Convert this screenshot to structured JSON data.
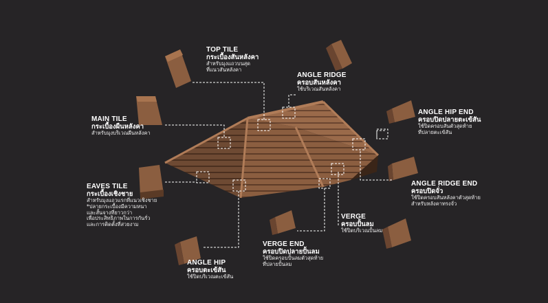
{
  "background_color": "#262426",
  "tile_colors": {
    "light": "#9a6a4a",
    "mid": "#7a5238",
    "dark": "#5a3a26"
  },
  "callouts": {
    "top_tile": {
      "en": "TOP TILE",
      "th": "กระเบื้องสันหลังคา",
      "desc": "สำหรับมุงแถวบนสุด\nที่แนวสันหลังคา"
    },
    "angle_ridge": {
      "en": "ANGLE RIDGE",
      "th": "ครอบสันหลังคา",
      "desc": "ใช้บริเวณสันหลังคา"
    },
    "main_tile": {
      "en": "MAIN TILE",
      "th": "กระเบื้องผืนหลังคา",
      "desc": "สำหรับมุงบริเวณผืนหลังคา"
    },
    "angle_hip_end": {
      "en": "ANGLE HIP END",
      "th": "ครอบปิดปลายตะเข้สัน",
      "desc": "ใช้ปิดครอบสันตัวสุดท้าย\nที่ปลายตะเข้สัน"
    },
    "eaves_tile": {
      "en": "EAVES TILE",
      "th": "กระเบื้องเชิงชาย",
      "desc": "สำหรับมุงแถวแรกที่แนวเชิงชาย\n*ปลายกระเบื้องมีความหนา\nและสั้นจางที่ยาวกว่า\nเพื่อประสิทธิภาพในการกันรั่ว\nและการติดตั้งที่สวยงาม"
    },
    "angle_ridge_end": {
      "en": "ANGLE RIDGE END",
      "th": "ครอบปิดจั่ว",
      "desc": "ใช้ปิดครอบสันหลังคาตัวสุดท้าย\nสำหรับหลังคาทรงจั่ว"
    },
    "verge": {
      "en": "VERGE",
      "th": "ครอบปั้นลม",
      "desc": "ใช้ปิดบริเวณปั้นลม"
    },
    "verge_end": {
      "en": "VERGE END",
      "th": "ครอบปิดปลายปั้นลม",
      "desc": "ใช้ปิดครอบปั้นลมตัวสุดท้าย\nที่ปลายปั้นลม"
    },
    "angle_hip": {
      "en": "ANGLE HIP",
      "th": "ครอบตะเข้สัน",
      "desc": "ใช้ปิดบริเวณตะเข้สัน"
    }
  }
}
